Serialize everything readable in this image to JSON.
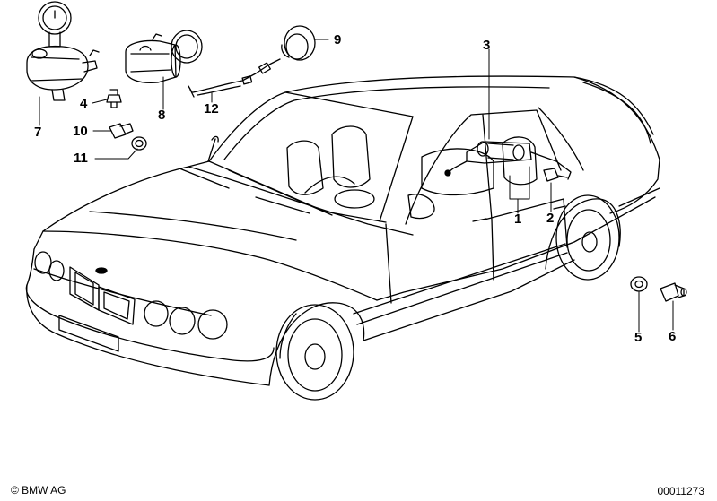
{
  "callouts": {
    "p1": "1",
    "p2": "2",
    "p3": "3",
    "p4": "4",
    "p5": "5",
    "p6": "6",
    "p7": "7",
    "p8": "8",
    "p9": "9",
    "p10": "10",
    "p11": "11",
    "p12": "12"
  },
  "footer": {
    "copyright": "© BMW AG",
    "document_number": "00011273"
  },
  "colors": {
    "ink": "#000000",
    "background": "#ffffff"
  }
}
